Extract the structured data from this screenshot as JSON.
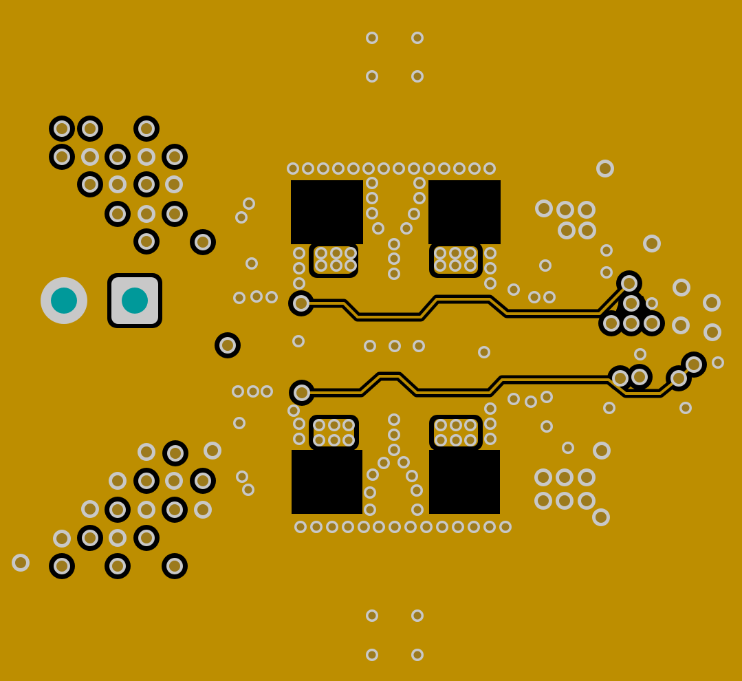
{
  "board": {
    "copper_color": "#BD8E00",
    "via_ring_color": "#C8C8C8",
    "clearance_color": "#000000",
    "drill_color": "#9C7A1C",
    "through_hole_color": "#00999A"
  },
  "connector": {
    "pins": [
      {
        "shape": "round"
      },
      {
        "shape": "square"
      }
    ]
  },
  "pads": {
    "count": 4
  },
  "traces": {
    "count": 2
  }
}
